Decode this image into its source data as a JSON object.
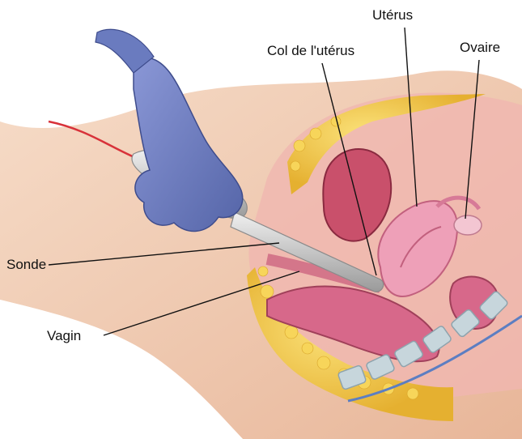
{
  "labels": {
    "uterus": "Utérus",
    "col": "Col de l'utérus",
    "ovaire": "Ovaire",
    "sonde": "Sonde",
    "vagin": "Vagin"
  },
  "colors": {
    "skin": "#eec4a8",
    "glove": "#6f7fc2",
    "fat": "#f2c84a",
    "tissue": "#d9708a",
    "uterus": "#e48aa6",
    "probe": "#c9c9c9",
    "cable": "#d8323a",
    "spine": "#b9c9cf"
  }
}
